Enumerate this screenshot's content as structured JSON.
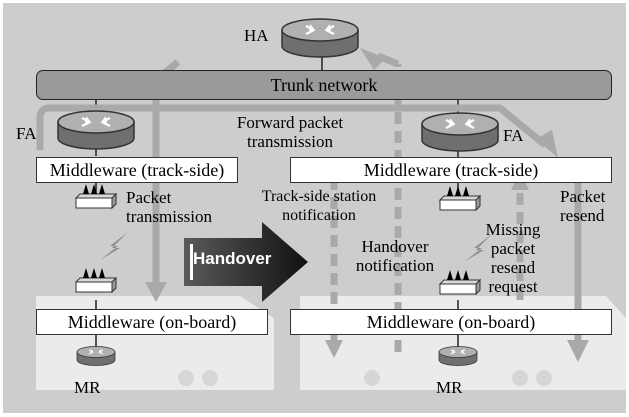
{
  "routers": {
    "ha": "HA",
    "fa_left": "FA",
    "fa_right": "FA",
    "mr_left": "MR",
    "mr_right": "MR"
  },
  "network": {
    "trunk": "Trunk network"
  },
  "middleware": {
    "left_trackside": "Middleware (track-side)",
    "right_trackside": "Middleware (track-side)",
    "left_onboard": "Middleware (on-board)",
    "right_onboard": "Middleware (on-board)"
  },
  "labels": {
    "forward_packet": [
      "Forward packet",
      "transmission"
    ],
    "packet_transmission": [
      "Packet",
      "transmission"
    ],
    "trackside_notification": [
      "Track-side station",
      "notification"
    ],
    "handover_notification": [
      "Handover",
      "notification"
    ],
    "missing_packet": [
      "Missing",
      "packet",
      "resend",
      "request"
    ],
    "packet_resend": [
      "Packet",
      "resend"
    ],
    "handover": "Handover"
  },
  "colors": {
    "background": "#cdcdcd",
    "trunk": "#9a9a9a",
    "train_body": "#ebebeb",
    "flow_arrow": "#a9a9a9",
    "handover_arrow": "#222222",
    "router": "#8a8a8a"
  },
  "icons": {
    "router": "router-icon",
    "antenna": "antenna-station-icon",
    "wireless": "lightning-bolt-icon"
  }
}
